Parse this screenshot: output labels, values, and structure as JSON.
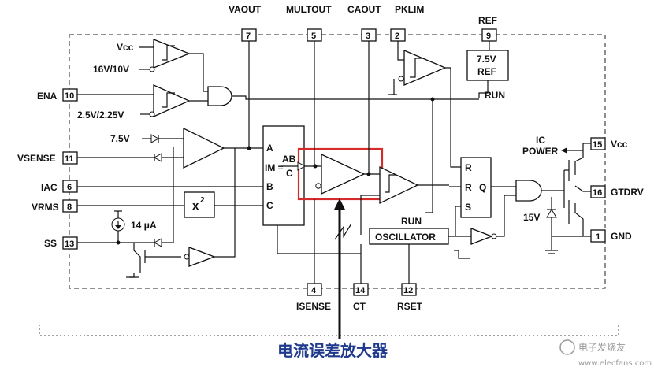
{
  "caption": "电流误差放大器",
  "watermark": {
    "line1": "电子发烧友",
    "line2": "www.elecfans.com"
  },
  "top_labels": {
    "vaout": "VAOUT",
    "multout": "MULTOUT",
    "caout": "CAOUT",
    "pklim": "PKLIM",
    "ref": "REF"
  },
  "pins": {
    "p7": "7",
    "p5": "5",
    "p3": "3",
    "p2": "2",
    "p9": "9",
    "p10": "10",
    "p11": "11",
    "p6": "6",
    "p8": "8",
    "p13": "13",
    "p15": "15",
    "p16": "16",
    "p1": "1",
    "p4": "4",
    "p14": "14",
    "p12": "12"
  },
  "left_labels": {
    "vcc": "Vcc",
    "v16_10": "16V/10V",
    "ena": "ENA",
    "v25": "2.5V/2.25V",
    "v75": "7.5V",
    "vsense": "VSENSE",
    "iac": "IAC",
    "vrms": "VRMS",
    "ss": "SS",
    "i14ua": "14 μA"
  },
  "right_labels": {
    "ic_power": "IC",
    "power": "POWER",
    "vcc": "Vcc",
    "gtdrv": "GTDRV",
    "gnd": "GND",
    "v15": "15V"
  },
  "bottom_labels": {
    "isense": "ISENSE",
    "ct": "CT",
    "rset": "RSET"
  },
  "blocks": {
    "ref_box_1": "7.5V",
    "ref_box_2": "REF",
    "run1": "RUN",
    "run2": "RUN",
    "mult_a": "A",
    "mult_b": "B",
    "mult_c": "C",
    "mult_im": "IM =",
    "mult_ab": "AB",
    "mult_c2": "C",
    "x2": "x",
    "x2_exp": "2",
    "oscillator": "OSCILLATOR",
    "ff_r1": "R",
    "ff_r2": "R",
    "ff_q": "Q",
    "ff_s": "S"
  },
  "colors": {
    "highlight": "#d62b2b",
    "caption": "#1f3a8c",
    "ink": "#111111"
  }
}
